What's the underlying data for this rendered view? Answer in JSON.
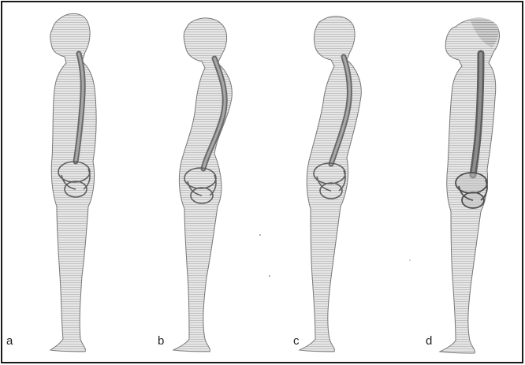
{
  "figure": {
    "panels": [
      {
        "label": "a"
      },
      {
        "label": "b"
      },
      {
        "label": "c"
      },
      {
        "label": "d"
      }
    ]
  },
  "colors": {
    "frame": "#1a1a1a",
    "body_outline": "#6a6a6a",
    "body_fill": "#dedede",
    "spine": "#707070",
    "pelvis": "#8a8a8a",
    "head_dark": "#9a9a9a"
  },
  "icons": [
    "human-silhouette",
    "spine-column",
    "pelvis-bone"
  ]
}
